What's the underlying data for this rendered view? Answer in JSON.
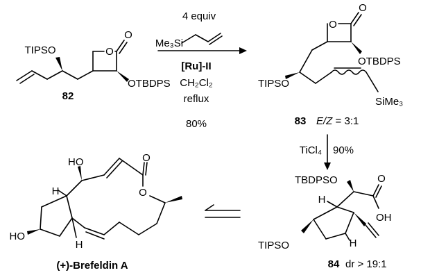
{
  "reaction1": {
    "reagent_equiv": "4 equiv",
    "reagent_silane": "Me₃Si",
    "catalyst": "[Ru]-II",
    "solvent": "CH₂Cl₂",
    "condition": "reflux",
    "yield": "80%"
  },
  "compound82": {
    "number": "82",
    "otips": "TIPSO",
    "otbdps": "OTBDPS",
    "ring_o": "O",
    "carbonyl_o": "O"
  },
  "compound83": {
    "number": "83",
    "ratio_label": "E/Z",
    "ratio_value": "= 3:1",
    "otips": "TIPSO",
    "otbdps": "OTBDPS",
    "sime3": "SiMe₃",
    "ring_o": "O",
    "carbonyl_o": "O"
  },
  "reaction2": {
    "reagent": "TiCl₄",
    "yield": "90%"
  },
  "compound84": {
    "number": "84",
    "dr": "dr > 19:1",
    "otbdps": "TBDPSO",
    "otips": "TIPSO",
    "oh": "OH",
    "carbonyl_o": "O",
    "h1": "H",
    "h2": "H"
  },
  "product": {
    "name": "(+)-Brefeldin A",
    "ho_top": "HO",
    "ho_left": "HO",
    "ring_o": "O",
    "carbonyl_o": "O",
    "h1": "H",
    "h2": "H"
  }
}
